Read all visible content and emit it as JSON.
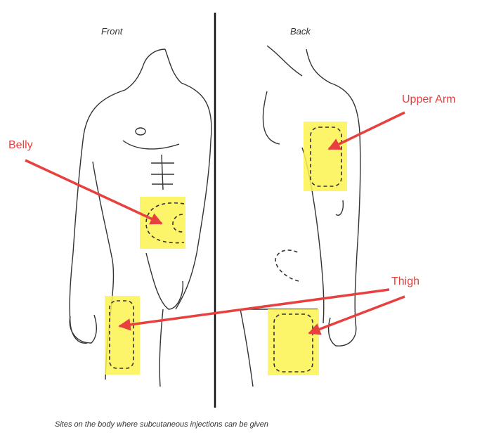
{
  "views": {
    "front": "Front",
    "back": "Back"
  },
  "callouts": {
    "belly": "Belly",
    "upper_arm": "Upper Arm",
    "thigh": "Thigh"
  },
  "caption": "Sites on the body where subcutaneous injections can be given",
  "colors": {
    "highlight": "#fbf24f",
    "arrow": "#e8403f",
    "outline": "#333333"
  }
}
